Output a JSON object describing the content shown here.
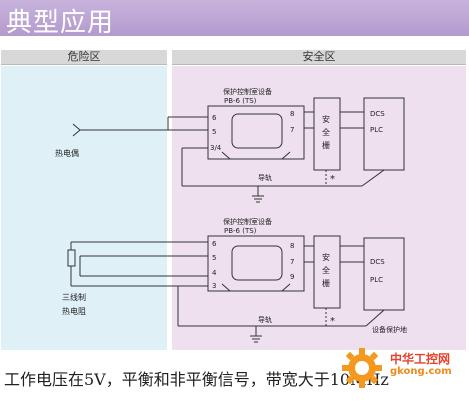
{
  "title": "典型应用",
  "zones": {
    "danger": "危险区",
    "safe": "安全区"
  },
  "diagram1": {
    "device_label": "保护控制室设备",
    "model": "PB-6 (TS)",
    "terminals": [
      "6",
      "5",
      "8",
      "7",
      "3/4"
    ],
    "barrier": [
      "安",
      "全",
      "栅"
    ],
    "dcs": "DCS",
    "plc": "PLC",
    "rail": "导轨",
    "star": "*",
    "sensor": "热电偶"
  },
  "diagram2": {
    "device_label": "保护控制室设备",
    "model": "PB-6 (TS)",
    "terminals": [
      "6",
      "5",
      "4",
      "3",
      "8",
      "7",
      "9"
    ],
    "barrier": [
      "安",
      "全",
      "栅"
    ],
    "dcs": "DCS",
    "plc": "PLC",
    "rail": "导轨",
    "star": "*",
    "sensor_line1": "三线制",
    "sensor_line2": "热电阻",
    "ground_label": "设备保护地"
  },
  "caption": "工作电压在5V，平衡和非平衡信号，带宽大于10MHz",
  "watermark": {
    "text": "中华工控网",
    "sub": "gkong.com"
  },
  "colors": {
    "title_bg": "#b49acd",
    "danger_bg": "#dff0f6",
    "safe_bg": "#eee0ef",
    "line": "#333333"
  }
}
